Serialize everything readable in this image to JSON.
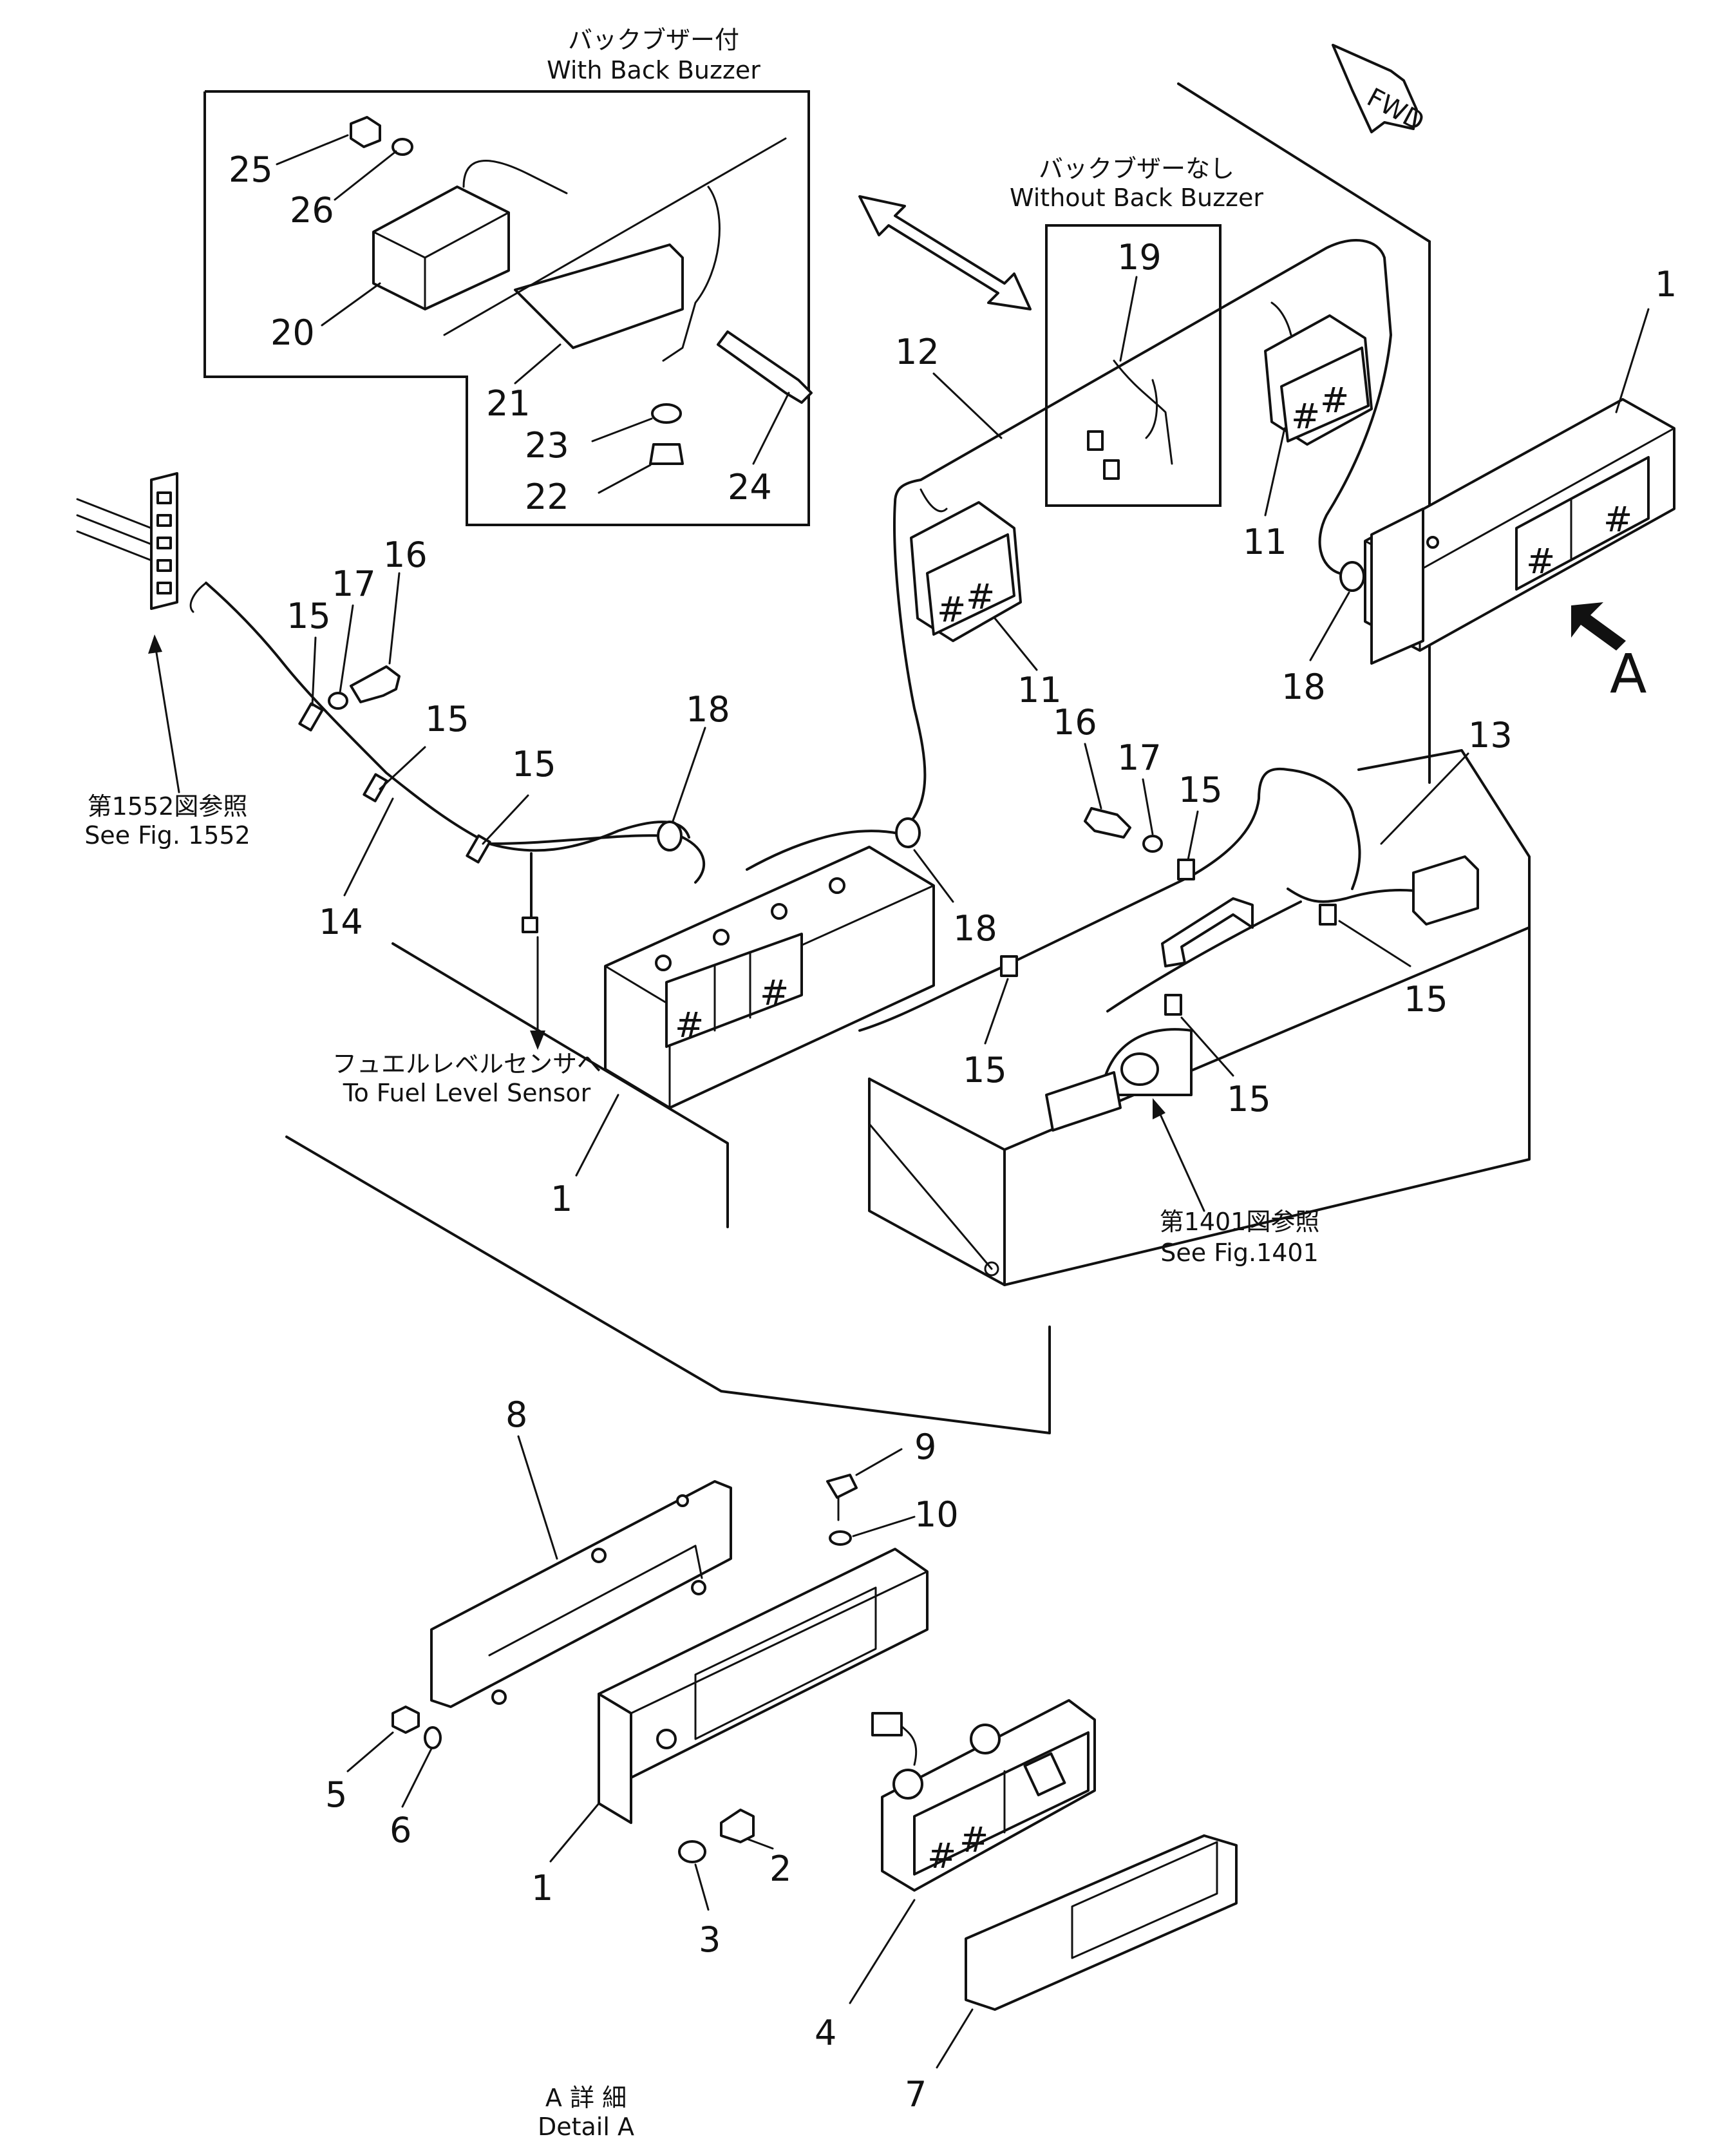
{
  "callouts": {
    "back_buzzer": {
      "ja": "バックブザー付",
      "en": "With Back Buzzer"
    },
    "no_back_buzzer": {
      "ja": "バックブザーなし",
      "en": "Without Back Buzzer"
    },
    "fig1552": {
      "ja": "第1552図参照",
      "en": "See Fig. 1552"
    },
    "fuel_sensor": {
      "ja": "フュエルレベルセンサへ",
      "en": "To Fuel Level Sensor"
    },
    "fig1401": {
      "ja": "第1401図参照",
      "en": "See Fig.1401"
    },
    "detail": {
      "ja": "A 詳 細",
      "en": "Detail A"
    },
    "view_arrow": "A",
    "fwd": "FWD"
  },
  "parts": {
    "p1": "1",
    "p2": "2",
    "p3": "3",
    "p4": "4",
    "p5": "5",
    "p6": "6",
    "p7": "7",
    "p8": "8",
    "p9": "9",
    "p10": "10",
    "p11": "11",
    "p12": "12",
    "p13": "13",
    "p14": "14",
    "p15": "15",
    "p16": "16",
    "p17": "17",
    "p18": "18",
    "p19": "19",
    "p20": "20",
    "p21": "21",
    "p22": "22",
    "p23": "23",
    "p24": "24",
    "p25": "25",
    "p26": "26"
  }
}
